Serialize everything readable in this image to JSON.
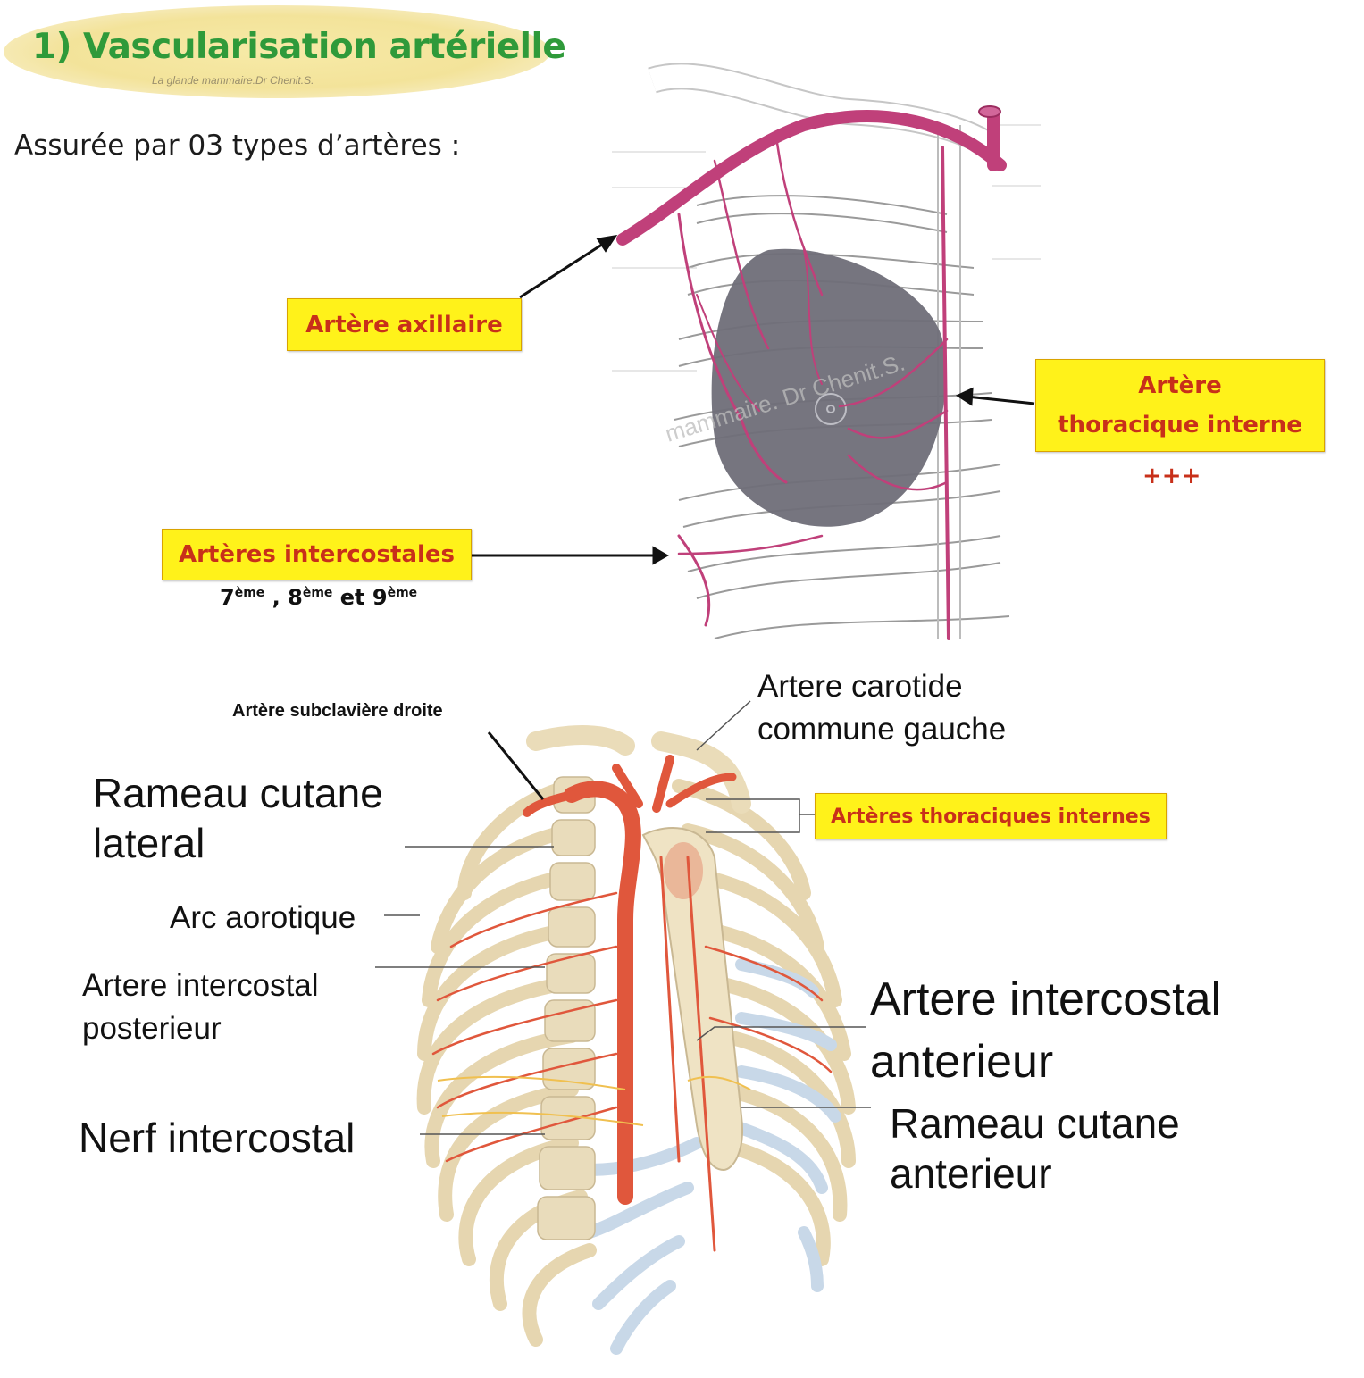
{
  "header": {
    "title": "1) Vascularisation artérielle",
    "subtitle_watermark": "La glande mammaire.Dr Chenit.S.",
    "intro": "Assurée par 03 types d’artères :"
  },
  "top_figure": {
    "labels": {
      "axillaire": "Artère axillaire",
      "thoracique_line1": "Artère",
      "thoracique_line2": "thoracique interne",
      "thoracique_emphasis": "+++",
      "intercostales": "Artères intercostales",
      "ribs_note": {
        "n1": "7",
        "n2": "8",
        "n3": "9",
        "ordinal": "ème",
        "separator": ",",
        "conjunction": "et"
      }
    },
    "watermark": "mammaire. Dr Chenit.S."
  },
  "bottom_figure": {
    "labels": {
      "subclaviere": "Artère subclavière droite",
      "carotide_line1": "Artere carotide",
      "carotide_line2": "commune gauche",
      "thoraciques_internes": "Artères thoraciques internes",
      "rameau_lateral_line1": "Rameau cutane",
      "rameau_lateral_line2": "lateral",
      "arc_aortique": "Arc aorotique",
      "intercostal_post_line1": "Artere intercostal",
      "intercostal_post_line2": "posterieur",
      "nerf": "Nerf intercostal",
      "intercostal_ant_line1": "Artere intercostal",
      "intercostal_ant_line2": "anterieur",
      "rameau_ant_line1": "Rameau cutane",
      "rameau_ant_line2": "anterieur"
    }
  },
  "colors": {
    "title_green": "#2f9a3a",
    "callout_yellow": "#fff21a",
    "callout_text": "#c8301a",
    "artery_magenta": "#c0407a",
    "breast_gray": "#6f6e78",
    "bone": "#efe3c4",
    "cartilage": "#c8d8e8",
    "artery_red": "#e0573c"
  }
}
